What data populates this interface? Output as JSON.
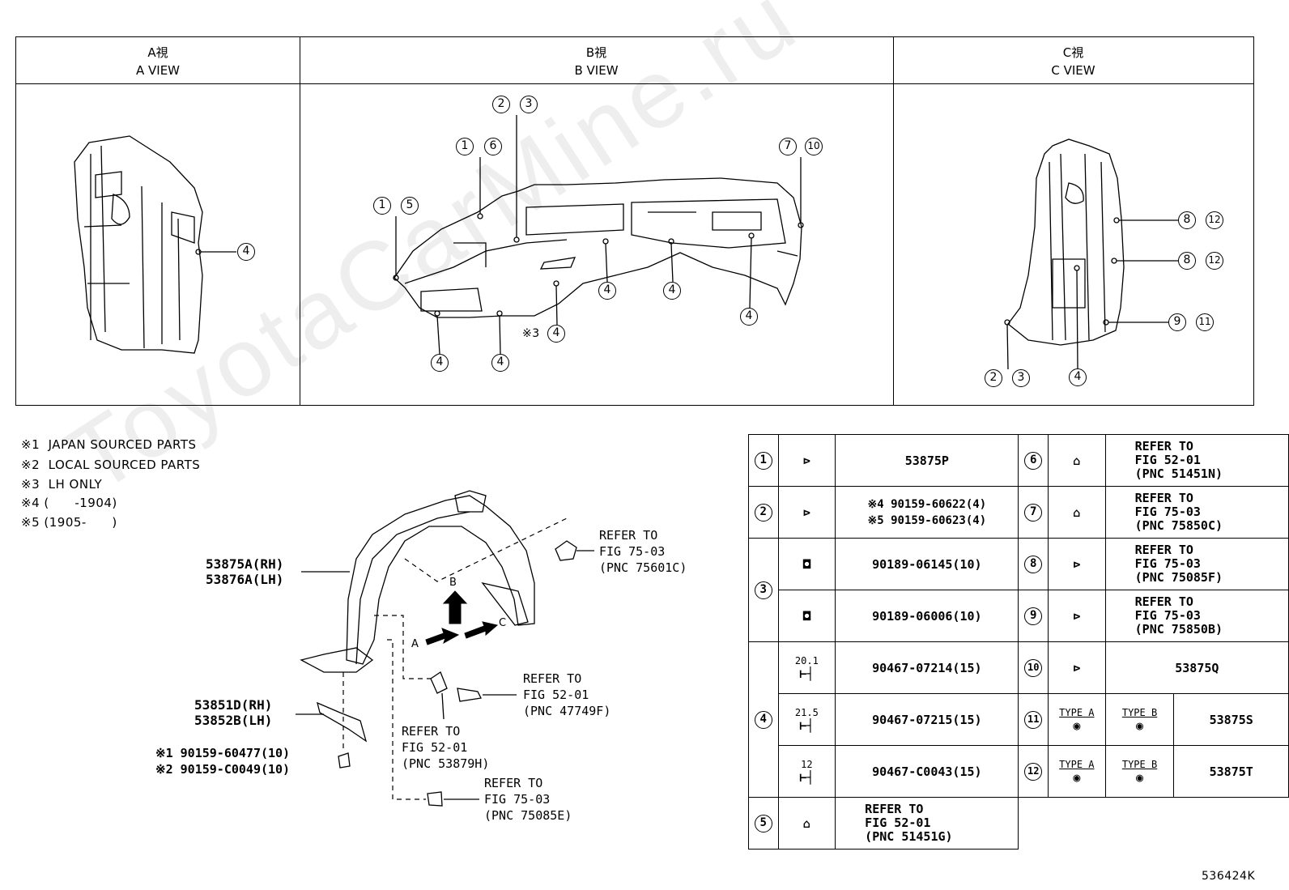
{
  "views": {
    "a": {
      "jp": "A視",
      "en": "A VIEW"
    },
    "b": {
      "jp": "B視",
      "en": "B VIEW"
    },
    "c": {
      "jp": "C視",
      "en": "C VIEW"
    }
  },
  "callouts": {
    "a4": "4",
    "b_2": "2",
    "b_3": "3",
    "b_1a": "1",
    "b_6": "6",
    "b_7": "7",
    "b_10": "10",
    "b_1b": "1",
    "b_5": "5",
    "b_4a": "4",
    "b_4b": "4",
    "b_4c": "4",
    "b_4d": "4",
    "b_4e": "4",
    "b_4f": "4",
    "b_note3": "※3",
    "c_8a": "8",
    "c_12a": "12",
    "c_8b": "8",
    "c_12b": "12",
    "c_9": "9",
    "c_11": "11",
    "c_2": "2",
    "c_3": "3",
    "c_4": "4"
  },
  "notes": [
    "※1  JAPAN SOURCED PARTS",
    "※2  LOCAL SOURCED PARTS",
    "※3  LH ONLY",
    "※4 (      -1904)",
    "※5 (1905-      )"
  ],
  "exploded": {
    "liner_rh": "53875A(RH)",
    "liner_lh": "53876A(LH)",
    "shield_rh": "53851D(RH)",
    "shield_lh": "53852B(LH)",
    "bolt1": "※1 90159-60477(10)",
    "bolt2": "※2 90159-C0049(10)",
    "ref_75601c": "REFER TO\nFIG 75-03\n(PNC 75601C)",
    "ref_47749f": "REFER TO\nFIG 52-01\n(PNC 47749F)",
    "ref_53879h": "REFER TO\nFIG 52-01\n(PNC 53879H)",
    "ref_75085e": "REFER TO\nFIG 75-03\n(PNC 75085E)",
    "dir_a": "A",
    "dir_b": "B",
    "dir_c": "C"
  },
  "parts_table": {
    "r1_num": "1",
    "r1_pn": "53875P",
    "r2_num": "2",
    "r2_pn1": "※4 90159-60622(4)",
    "r2_pn2": "※5 90159-60623(4)",
    "r3_num": "3",
    "r3a_pn": "90189-06145(10)",
    "r3b_pn": "90189-06006(10)",
    "r4_num": "4",
    "r4a_dim": "20.1",
    "r4a_pn": "90467-07214(15)",
    "r4b_dim": "21.5",
    "r4b_pn": "90467-07215(15)",
    "r4c_dim": "12",
    "r4c_pn": "90467-C0043(15)",
    "r5_num": "5",
    "r5_ref": "REFER TO\nFIG 52-01\n(PNC 51451G)",
    "r6_num": "6",
    "r6_ref": "REFER TO\nFIG 52-01\n(PNC 51451N)",
    "r7_num": "7",
    "r7_ref": "REFER TO\nFIG 75-03\n(PNC 75850C)",
    "r8_num": "8",
    "r8_ref": "REFER TO\nFIG 75-03\n(PNC 75085F)",
    "r9_num": "9",
    "r9_ref": "REFER TO\nFIG 75-03\n(PNC 75850B)",
    "r10_num": "10",
    "r10_pn": "53875Q",
    "r11_num": "11",
    "r11_typea": "TYPE A",
    "r11_typeb": "TYPE B",
    "r11_pn": "53875S",
    "r12_num": "12",
    "r12_typea": "TYPE A",
    "r12_typeb": "TYPE B",
    "r12_pn": "53875T"
  },
  "figure_id": "536424K",
  "watermark": "ToyotaCarMine.ru"
}
